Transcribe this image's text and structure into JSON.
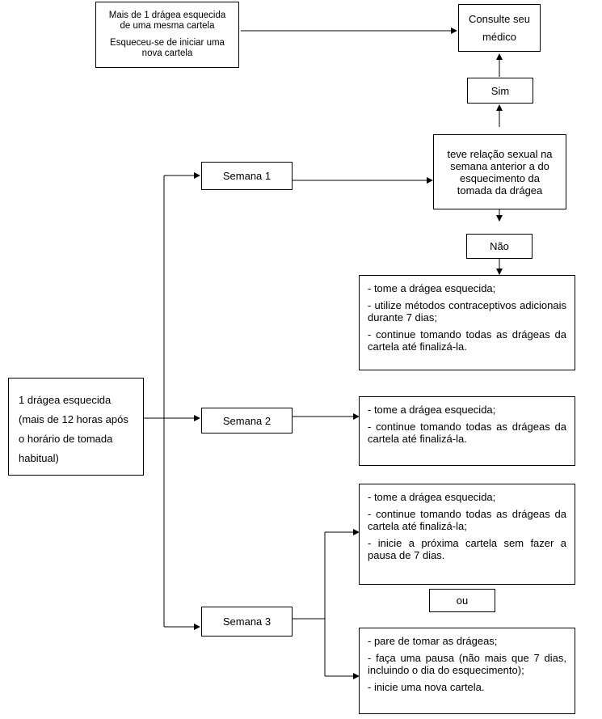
{
  "top_condition": {
    "line1": "Mais de 1 drágea esquecida",
    "line2": "de uma mesma cartela",
    "line3": "Esqueceu-se de iniciar uma",
    "line4": "nova cartela"
  },
  "consult": {
    "line1": "Consulte seu",
    "line2": "médico"
  },
  "yes_label": "Sim",
  "no_label": "Não",
  "question": {
    "line1": "teve relação sexual na",
    "line2": "semana anterior a do",
    "line3": "esquecimento da",
    "line4": "tomada da drágea"
  },
  "start": {
    "line1": "1 drágea esquecida",
    "line2": "(mais de 12 horas após",
    "line3": "o horário de  tomada",
    "line4": "habitual)"
  },
  "weeks": {
    "w1": "Semana 1",
    "w2": "Semana 2",
    "w3": "Semana 3"
  },
  "week1_no_actions": [
    "- tome a drágea esquecida;",
    "- utilize métodos contraceptivos adicionais durante 7 dias;",
    "- continue tomando todas as drágeas da cartela até finalizá-la."
  ],
  "week2_actions": [
    "- tome a drágea esquecida;",
    "- continue tomando todas as drágeas da cartela até finalizá-la."
  ],
  "week3_option_a": [
    "- tome a drágea esquecida;",
    "- continue tomando todas as drágeas da cartela até finalizá-la;",
    "- inicie a próxima cartela sem fazer a pausa de 7 dias."
  ],
  "or_label": "ou",
  "week3_option_b": [
    "- pare de tomar as drágeas;",
    "- faça uma pausa (não mais que 7 dias, incluindo o dia do esquecimento);",
    "- inicie uma nova cartela."
  ]
}
